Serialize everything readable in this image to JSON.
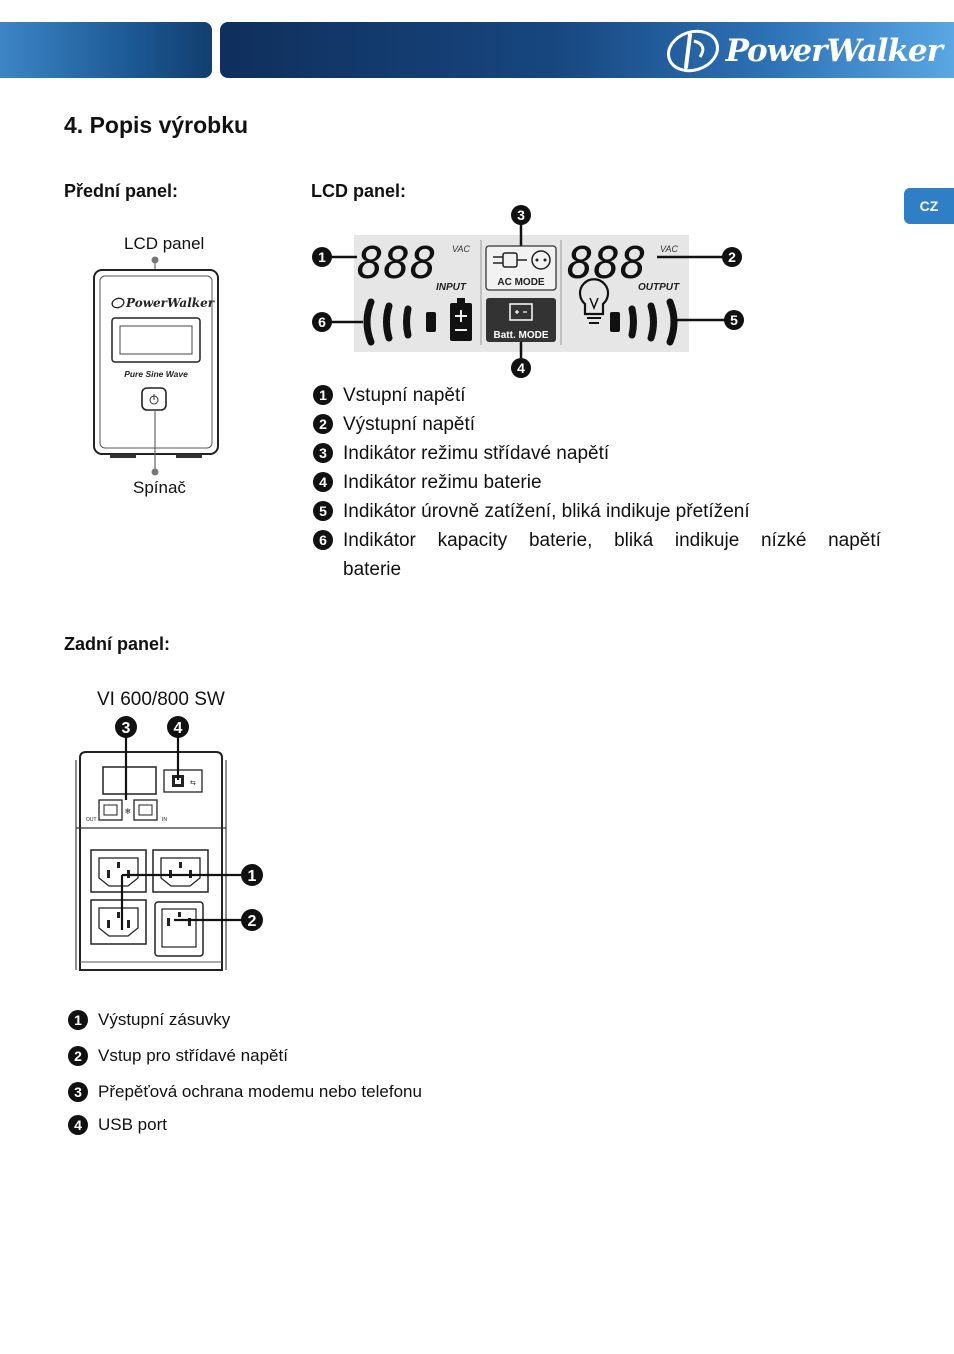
{
  "header": {
    "brand": "PowerWalker",
    "lang_tab": "CZ"
  },
  "section": {
    "title": "4. Popis výrobku"
  },
  "front": {
    "heading": "Přední panel:",
    "lcd_label": "LCD panel",
    "switch_label": "Spínač",
    "device_brand": "PowerWalker",
    "device_subtitle": "Pure Sine Wave"
  },
  "lcd": {
    "heading": "LCD panel:",
    "digits_in": "888",
    "digits_out": "888",
    "vac_in": "VAC",
    "vac_out": "VAC",
    "input": "INPUT",
    "output": "OUTPUT",
    "ac_mode": "AC MODE",
    "batt_mode": "Batt. MODE",
    "callouts": [
      "1",
      "2",
      "3",
      "4",
      "5",
      "6"
    ],
    "items": [
      {
        "num": "1",
        "text": "Vstupní napětí"
      },
      {
        "num": "2",
        "text": "Výstupní napětí"
      },
      {
        "num": "3",
        "text": "Indikátor režimu střídavé napětí"
      },
      {
        "num": "4",
        "text": "Indikátor režimu baterie"
      },
      {
        "num": "5",
        "text": "Indikátor úrovně zatížení, bliká indikuje přetížení"
      },
      {
        "num": "6",
        "words": [
          "Indikátor",
          "kapacity",
          "baterie,",
          "bliká",
          "indikuje",
          "nízké",
          "napětí"
        ],
        "cont": "baterie"
      }
    ]
  },
  "rear": {
    "heading": "Zadní panel:",
    "model": "VI 600/800 SW",
    "callouts": [
      "1",
      "2",
      "3",
      "4"
    ],
    "port_out": "OUT",
    "port_in": "IN",
    "items": [
      {
        "num": "1",
        "text": "Výstupní zásuvky"
      },
      {
        "num": "2",
        "text": "Vstup pro střídavé napětí"
      },
      {
        "num": "3",
        "text": "Přepěťová ochrana modemu nebo telefonu"
      },
      {
        "num": "4",
        "text": "USB port"
      }
    ]
  }
}
